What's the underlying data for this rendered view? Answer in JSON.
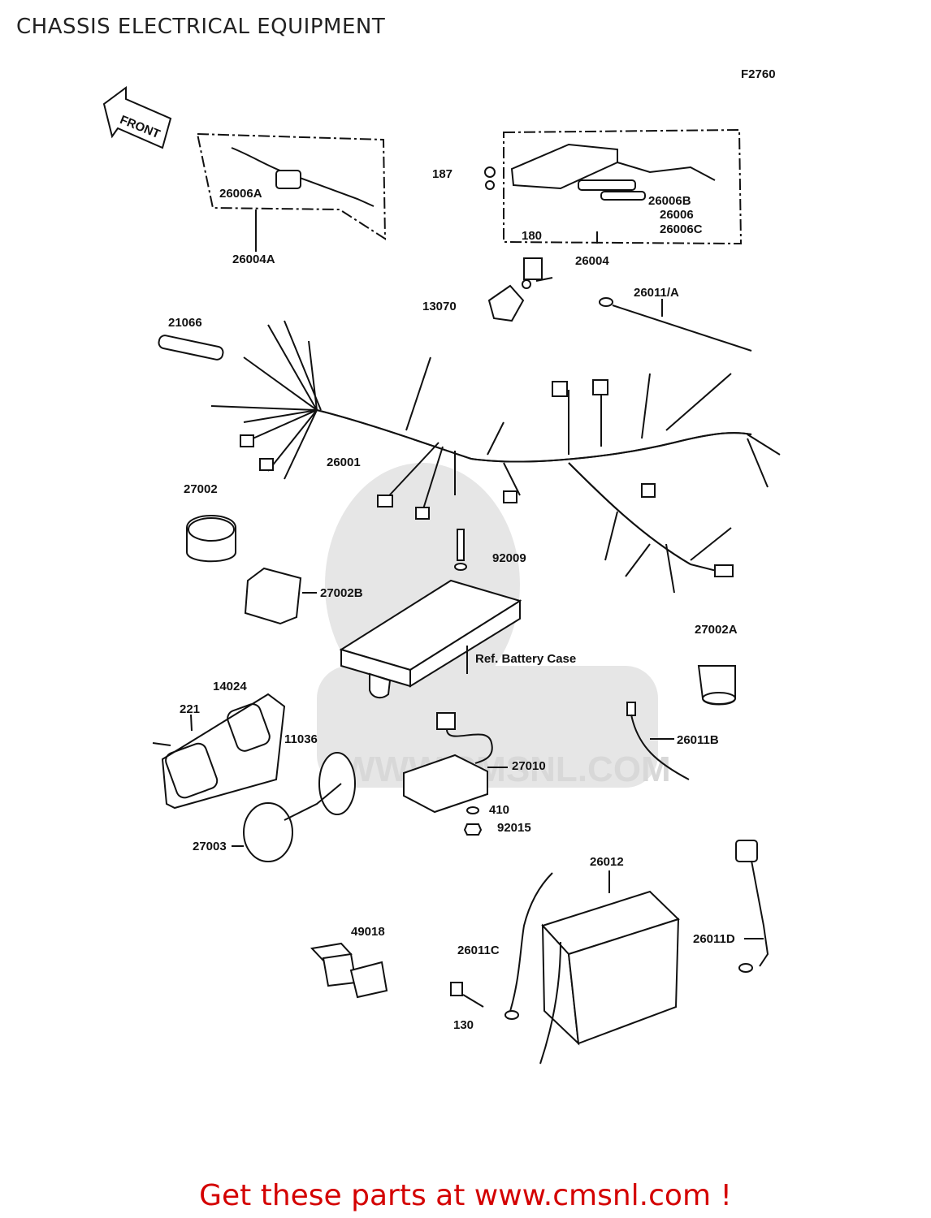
{
  "page": {
    "title": "CHASSIS ELECTRICAL EQUIPMENT"
  },
  "diagram": {
    "figure_code": "F2760",
    "front_arrow": "FRONT",
    "watermark": "WWW.CMSNL.COM",
    "callouts": {
      "p26006A": "26006A",
      "p26004A": "26004A",
      "p187": "187",
      "p26006B": "26006B",
      "p26006": "26006",
      "p26006C": "26006C",
      "p26004": "26004",
      "p180": "180",
      "p13070": "13070",
      "p26011A": "26011/A",
      "p21066": "21066",
      "p26001": "26001",
      "p27002": "27002",
      "p92009": "92009",
      "p27002B": "27002B",
      "ref_battery_case": "Ref. Battery Case",
      "p27002A": "27002A",
      "p14024": "14024",
      "p221": "221",
      "p11036": "11036",
      "p26011B": "26011B",
      "p27010": "27010",
      "p410": "410",
      "p92015": "92015",
      "p27003": "27003",
      "p26012": "26012",
      "p49018": "49018",
      "p26011C": "26011C",
      "p26011D": "26011D",
      "p130": "130"
    }
  },
  "footer": {
    "link_text": "Get these parts at www.cmsnl.com !"
  }
}
